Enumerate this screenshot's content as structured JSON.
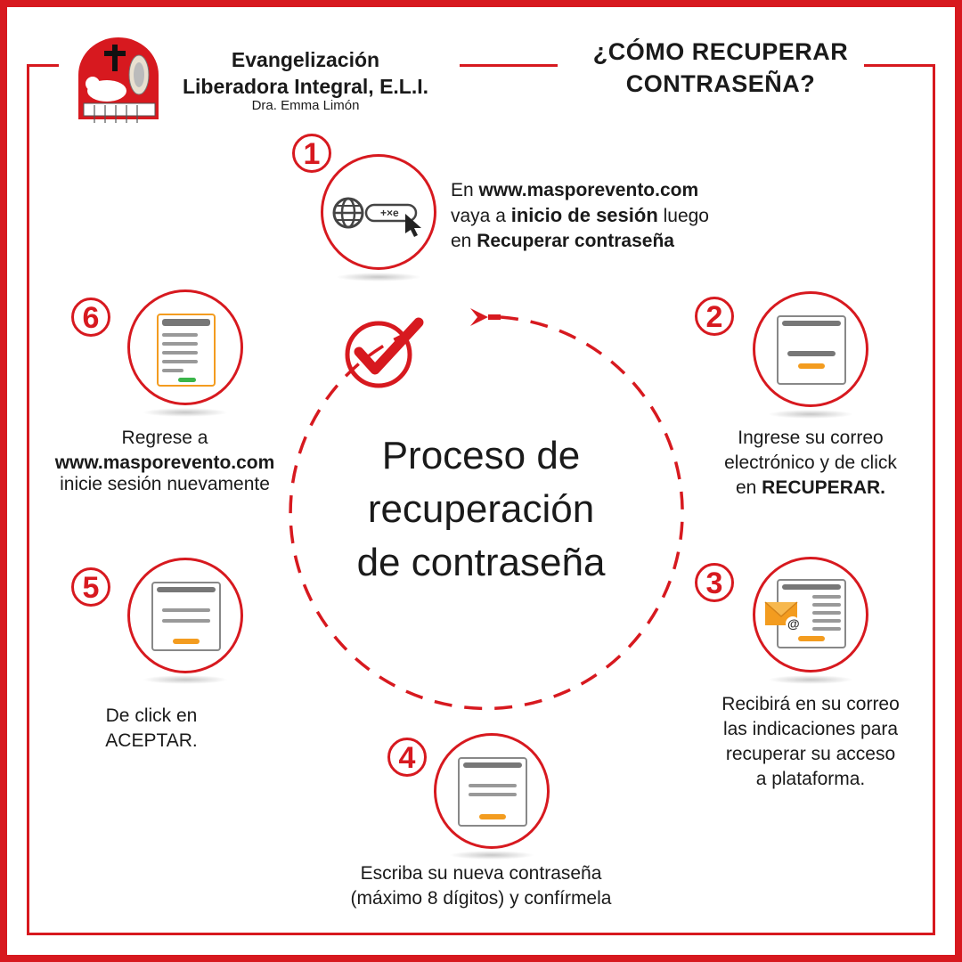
{
  "header": {
    "org_name_line1": "Evangelización",
    "org_name_line2": "Liberadora Integral, E.L.I.",
    "org_subtitle": "Dra. Emma Limón",
    "title_line1": "¿CÓMO RECUPERAR",
    "title_line2": "CONTRASEÑA?"
  },
  "center": {
    "line1": "Proceso de",
    "line2": "recuperación",
    "line3": "de contraseña"
  },
  "steps": [
    {
      "number": "1",
      "text_a": "En ",
      "text_b": "www.masporevento.com",
      "text_c": "vaya a ",
      "text_d": "inicio de sesión",
      "text_e": " luego",
      "text_f": "en ",
      "text_g": "Recuperar contraseña",
      "icon": "globe-cursor-icon",
      "badge": "+×e"
    },
    {
      "number": "2",
      "text_a": "Ingrese su correo",
      "text_b": "electrónico y de click",
      "text_c": "en ",
      "text_d": "RECUPERAR.",
      "icon": "form-icon"
    },
    {
      "number": "3",
      "text_a": "Recibirá en su correo",
      "text_b": "las indicaciones para",
      "text_c": "recuperar su acceso",
      "text_d": "a plataforma.",
      "icon": "email-envelope-icon",
      "at_symbol": "@"
    },
    {
      "number": "4",
      "text_a": "Escriba su nueva contraseña",
      "text_b": "(máximo 8 dígitos) y confírmela",
      "icon": "form-icon"
    },
    {
      "number": "5",
      "text_a": "De click en",
      "text_b": "ACEPTAR.",
      "icon": "form-icon"
    },
    {
      "number": "6",
      "text_a": "Regrese a",
      "text_b": "www.masporevento.com",
      "text_c": "inicie sesión nuevamente",
      "icon": "document-success-icon"
    }
  ],
  "colors": {
    "accent_red": "#d7191f",
    "button_orange": "#f39c1f",
    "success_green": "#3ab54a",
    "gray": "#8a8a8a"
  }
}
